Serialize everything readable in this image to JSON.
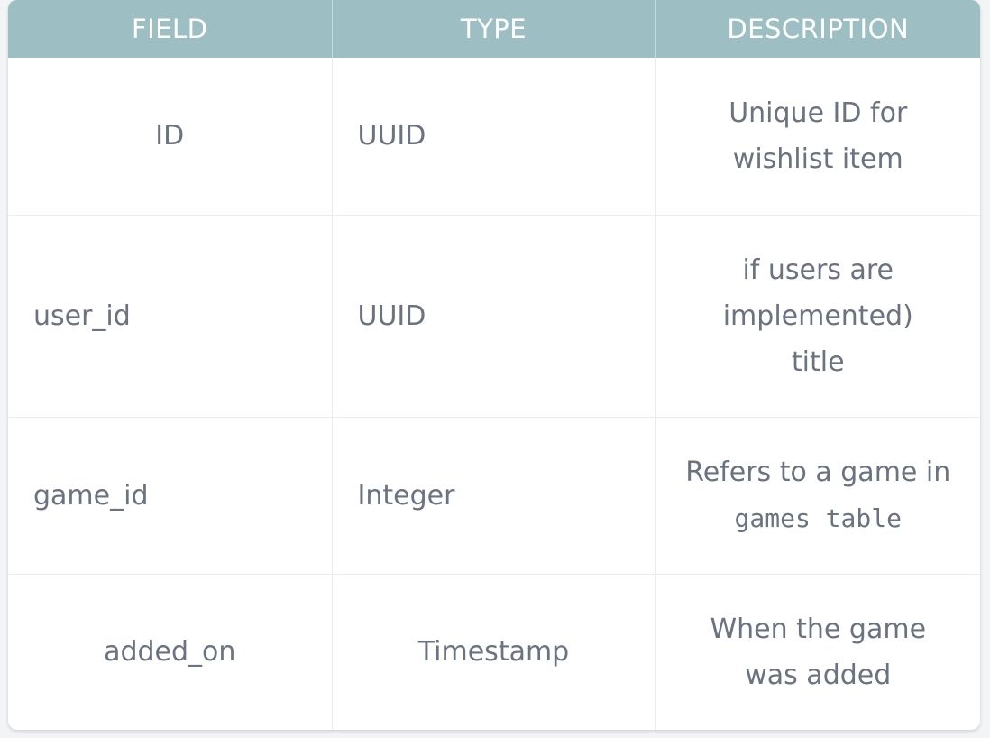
{
  "table": {
    "headers": [
      "FIELD",
      "TYPE",
      "DESCRIPTION"
    ],
    "rows": [
      {
        "field": "ID",
        "type": "UUID",
        "description": [
          "Unique ID for",
          "wishlist item"
        ]
      },
      {
        "field": "user_id",
        "type": "UUID",
        "description": [
          "if users are",
          "implemented)",
          "title"
        ]
      },
      {
        "field": "game_id",
        "type": "Integer",
        "description": [
          "Refers to a game in",
          "games table"
        ]
      },
      {
        "field": "added_on",
        "type": "Timestamp",
        "description": [
          "When the game",
          "was added"
        ]
      }
    ]
  },
  "colors": {
    "header_bg": "#9dbec2",
    "header_text": "#ffffff",
    "cell_text": "#6b7280",
    "border": "#ececec"
  }
}
